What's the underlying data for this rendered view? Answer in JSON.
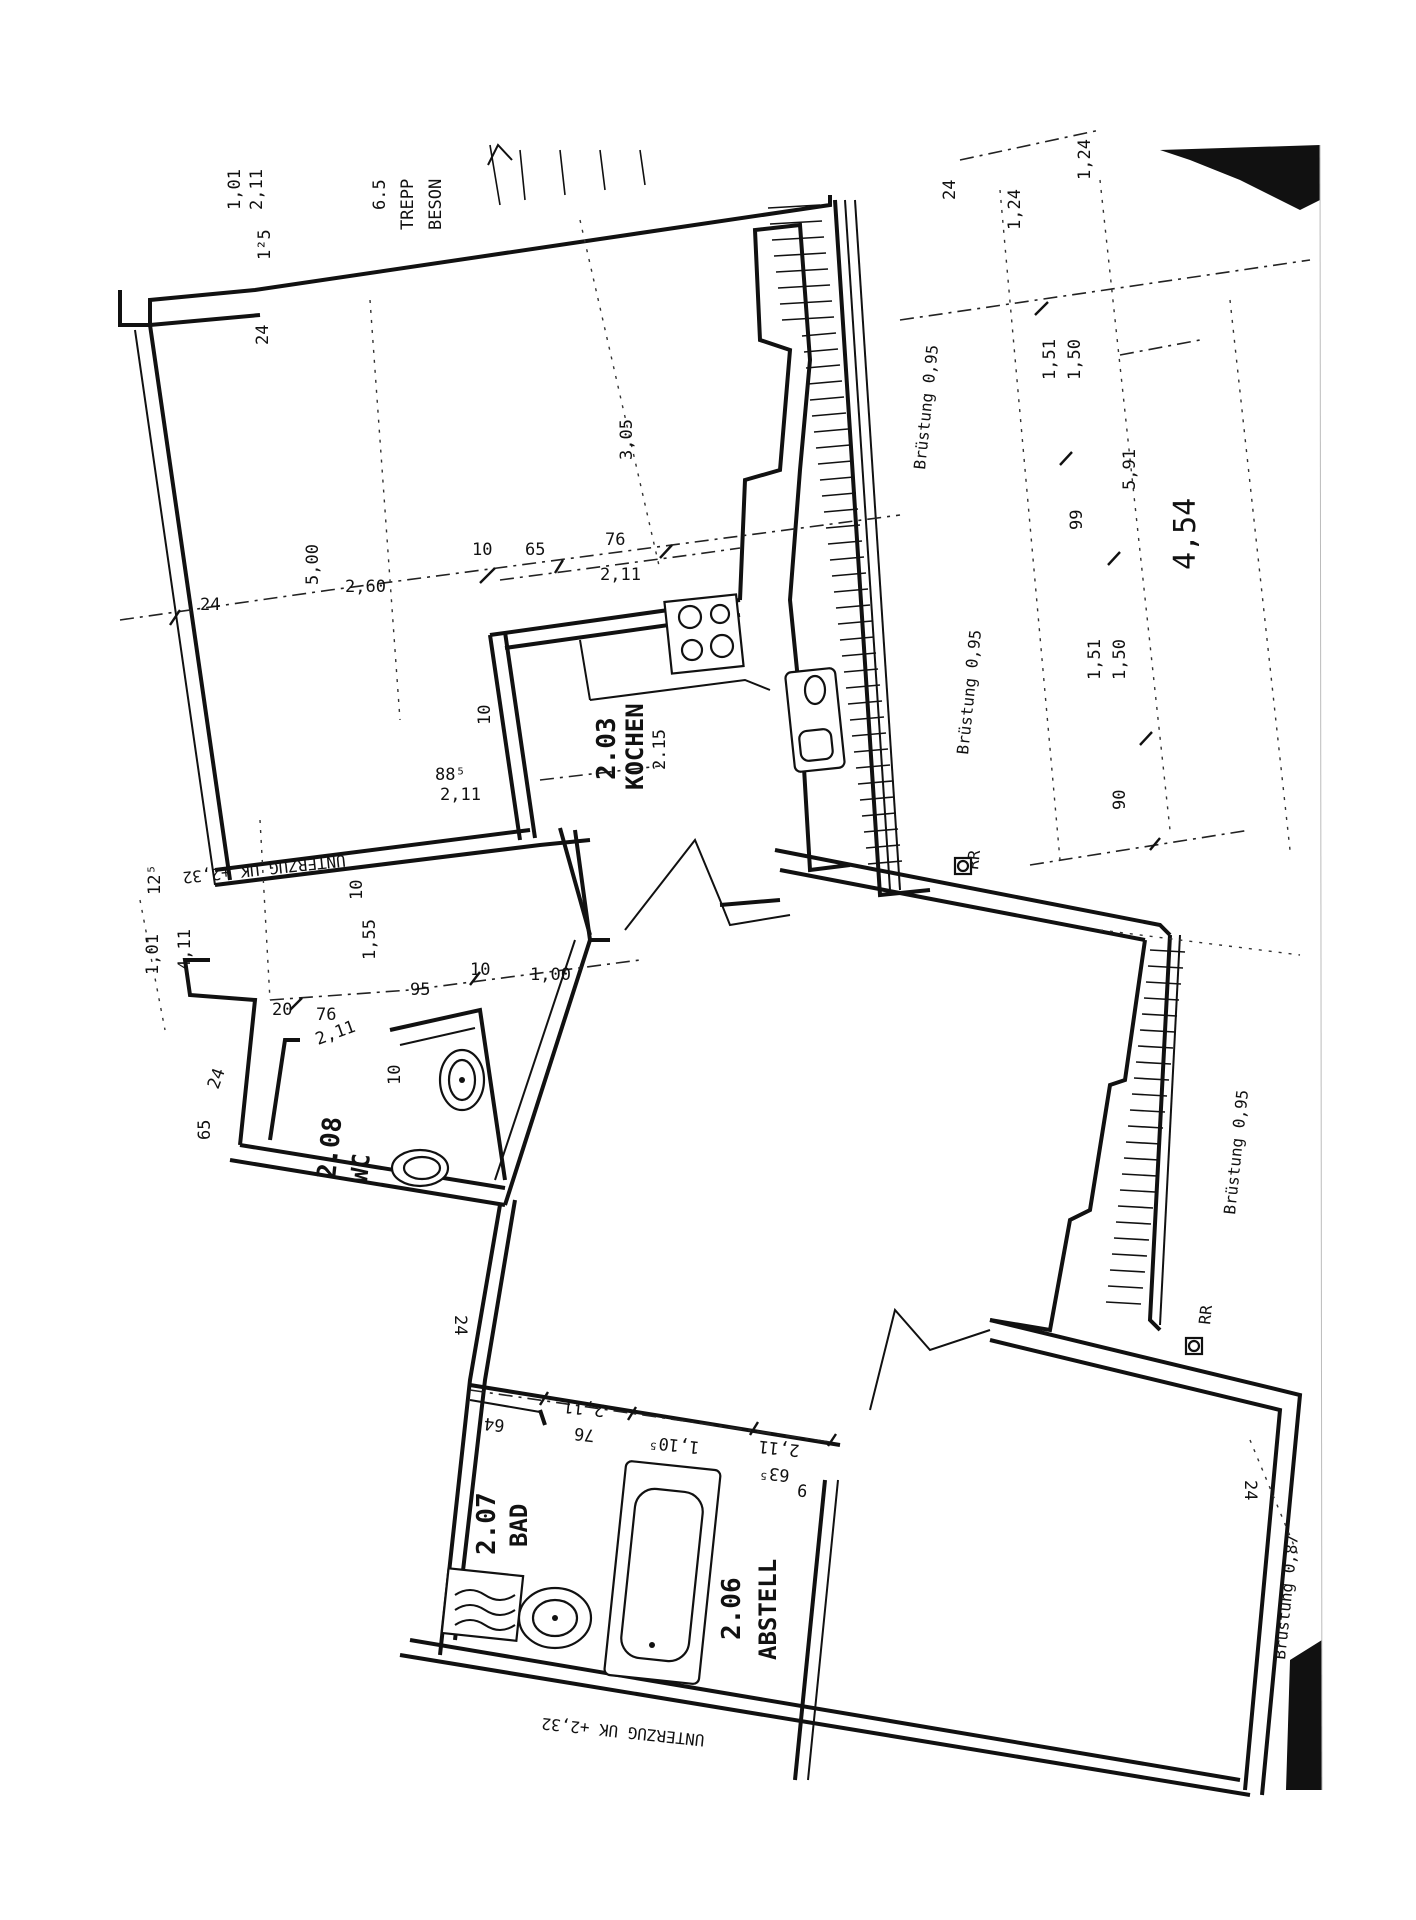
{
  "document": {
    "type": "floor-plan",
    "language": "de",
    "orientation_deg": -96
  },
  "rooms": [
    {
      "id": "kitchen",
      "number": "2.03",
      "name": "KOCHEN",
      "height": "2.15"
    },
    {
      "id": "storage",
      "number": "2.06",
      "name": "ABSTELL"
    },
    {
      "id": "bath",
      "number": "2.07",
      "name": "BAD"
    },
    {
      "id": "wc",
      "number": "2.08",
      "name": "WC"
    }
  ],
  "stair": {
    "number": "6.5",
    "label_1": "TREPP",
    "label_2": "BESON"
  },
  "notes": {
    "parapet_1": "Brüstung 0,95",
    "parapet_2": "Brüstung 0,95",
    "parapet_3": "Brüstung 0,95",
    "parapet_4": "Brüstung 0,87",
    "rr_1": "RR",
    "rr_2": "RR",
    "beam_1": "UNTERZUG UK +2,32",
    "beam_2": "UNTERZUG UK +2,32"
  },
  "dimensions": {
    "top_left": {
      "d1": "1,01",
      "d2": "2,11",
      "d3": "1²5",
      "d4": "24"
    },
    "living_chain": {
      "d24": "24",
      "d500": "5,00",
      "d260": "2,60",
      "d10": "10",
      "d65": "65",
      "d76": "76",
      "d211": "2,11",
      "d305": "3,05"
    },
    "kitchen_door": {
      "d885": "88⁵",
      "d211": "2,11",
      "d10": "10"
    },
    "hall": {
      "d125": "12⁵",
      "d101": "1,01",
      "d411": "4,11",
      "d10a": "10",
      "d155": "1,55",
      "d95": "95",
      "d10b": "10",
      "d100": "1,00",
      "d20": "20",
      "d76": "76",
      "d211": "2,11"
    },
    "wc": {
      "d24": "24",
      "d65": "65",
      "d10": "10"
    },
    "mid": {
      "d24": "24"
    },
    "bath_chain": {
      "d64": "64",
      "d76": "76",
      "d211a": "2,11",
      "d110": "1,10⁵",
      "d635": "63⁵",
      "d211b": "2,11",
      "d9": "9"
    },
    "right_chain": {
      "d24a": "24",
      "d124a": "1,24",
      "d124b": "1,24",
      "d151a": "1,51",
      "d150a": "1,50",
      "d99": "99",
      "d591": "5,91",
      "d151b": "1,51",
      "d150b": "1,50",
      "d90": "90",
      "d454": "4,54"
    },
    "right_room": {
      "d24": "24"
    }
  }
}
